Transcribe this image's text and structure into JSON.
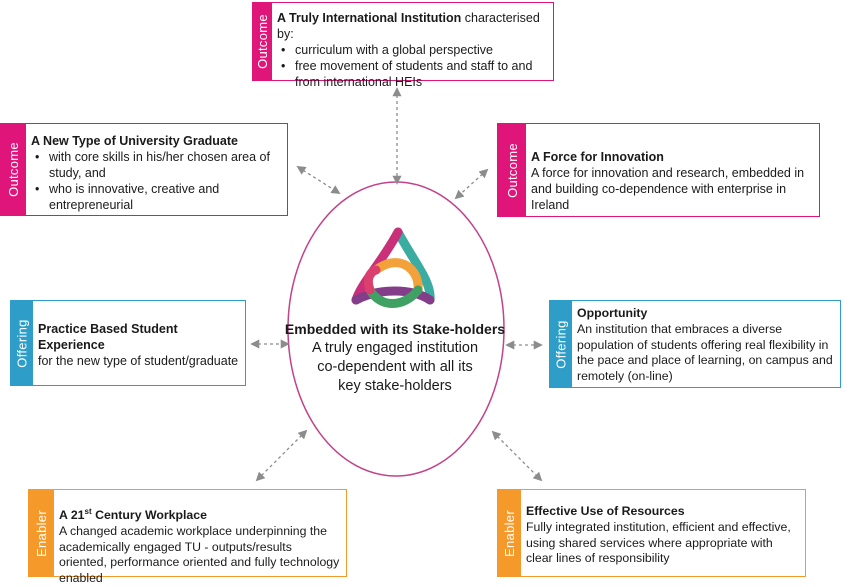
{
  "colors": {
    "outcome": "#e0157a",
    "offering": "#2e9ec9",
    "enabler": "#f59a2a",
    "ellipse": "#c2438a",
    "arrow": "#8c8c8c"
  },
  "center": {
    "title": "Embedded with its Stake-holders",
    "lines": [
      "A truly engaged institution",
      "co-dependent with all its",
      "key stake-holders"
    ],
    "logo": "triquetra-logo"
  },
  "boxes": {
    "international": {
      "tab": "Outcome",
      "title": "A Truly International Institution",
      "title_suffix": " characterised by:",
      "bullets": [
        "curriculum with a global perspective",
        "free movement of students and staff to and from international HEIs"
      ]
    },
    "graduate": {
      "tab": "Outcome",
      "title": "A New Type of University Graduate",
      "bullets": [
        "with core skills in his/her chosen area of study, and",
        "who is innovative, creative and entrepreneurial"
      ]
    },
    "innovation": {
      "tab": "Outcome",
      "title": "A Force for Innovation",
      "text": "A force for innovation and research, embedded in and building co-dependence with enterprise in Ireland"
    },
    "practice": {
      "tab": "Offering",
      "title": "Practice Based Student Experience",
      "text": "for the new type of student/graduate"
    },
    "opportunity": {
      "tab": "Offering",
      "title": "Opportunity",
      "text": "An institution that embraces a diverse population of students offering real flexibility in the pace and place of learning, on campus and remotely (on-line)"
    },
    "workplace": {
      "tab": "Enabler",
      "title_main": "A 21",
      "title_sup": "st",
      "title_rest": " Century Workplace",
      "text": "A changed academic workplace underpinning the academically engaged TU - outputs/results oriented, performance oriented and fully technology enabled"
    },
    "resources": {
      "tab": "Enabler",
      "title": "Effective Use of Resources",
      "text": "Fully integrated institution, efficient and effective, using shared services where appropriate with clear lines of responsibility"
    }
  }
}
